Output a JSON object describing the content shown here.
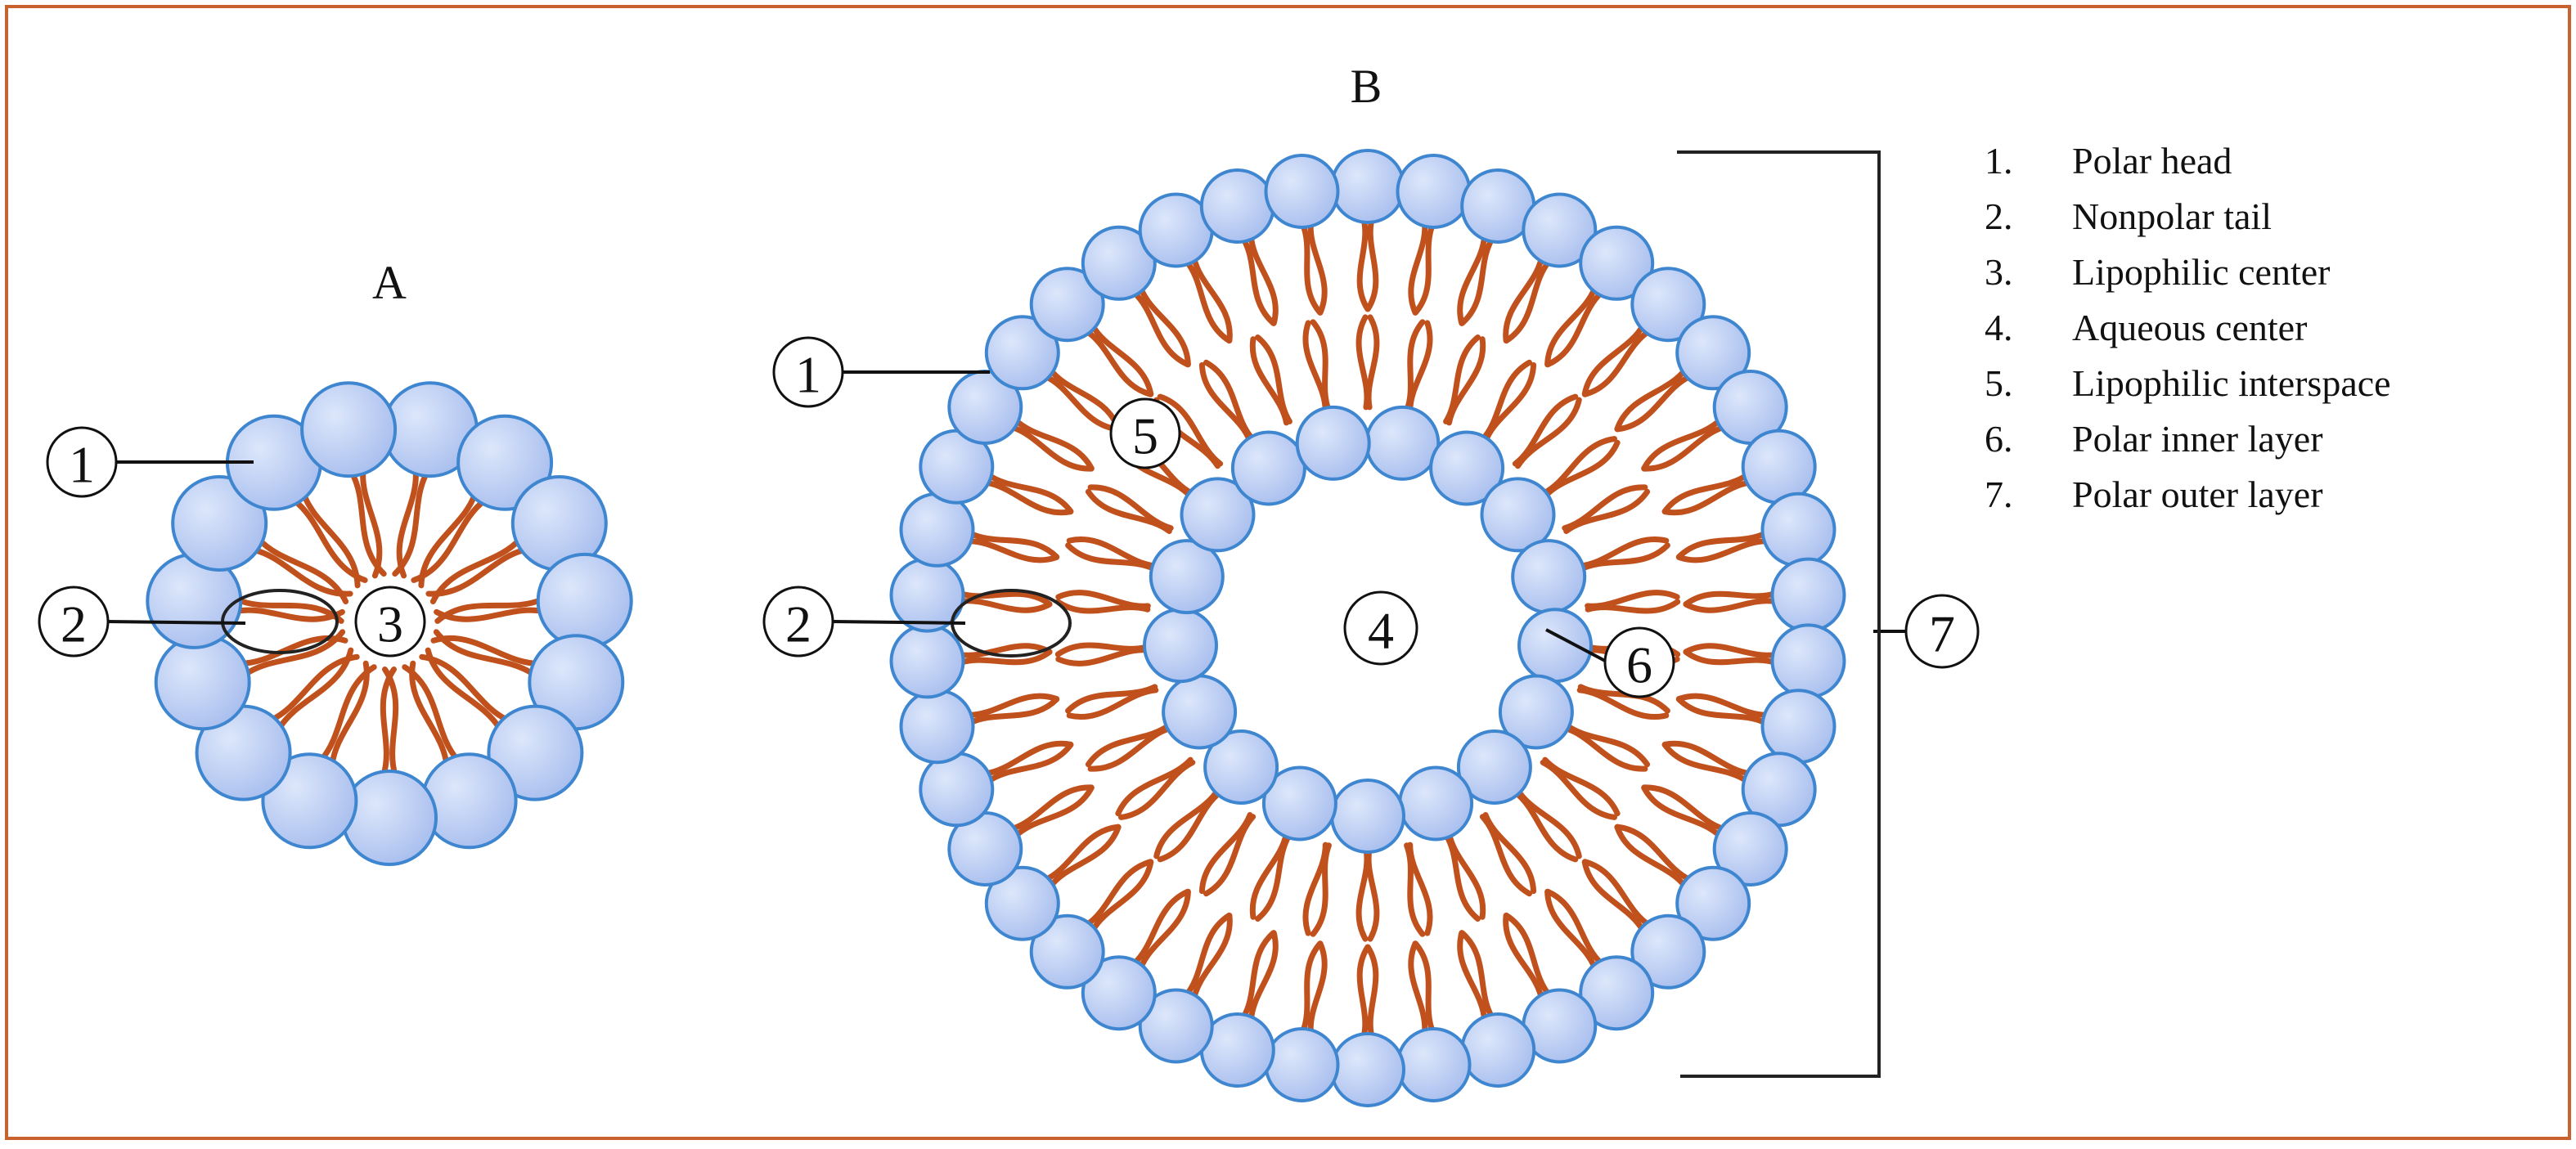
{
  "panels": {
    "a": {
      "label": "A"
    },
    "b": {
      "label": "B"
    }
  },
  "callouts": {
    "a1": "1",
    "a2": "2",
    "a3": "3",
    "b1": "1",
    "b2": "2",
    "b4": "4",
    "b5": "5",
    "b6": "6",
    "b7": "7"
  },
  "legend": [
    {
      "num": "1.",
      "text": "Polar head"
    },
    {
      "num": "2.",
      "text": "Nonpolar tail"
    },
    {
      "num": "3.",
      "text": "Lipophilic center"
    },
    {
      "num": "4.",
      "text": "Aqueous center"
    },
    {
      "num": "5.",
      "text": "Lipophilic interspace"
    },
    {
      "num": "6.",
      "text": "Polar inner layer"
    },
    {
      "num": "7.",
      "text": "Polar outer layer"
    }
  ],
  "colors": {
    "frame": "#c8632f",
    "head_fill": "#b6c9f0",
    "head_stroke": "#3f86d0",
    "tail": "#c0501c"
  }
}
